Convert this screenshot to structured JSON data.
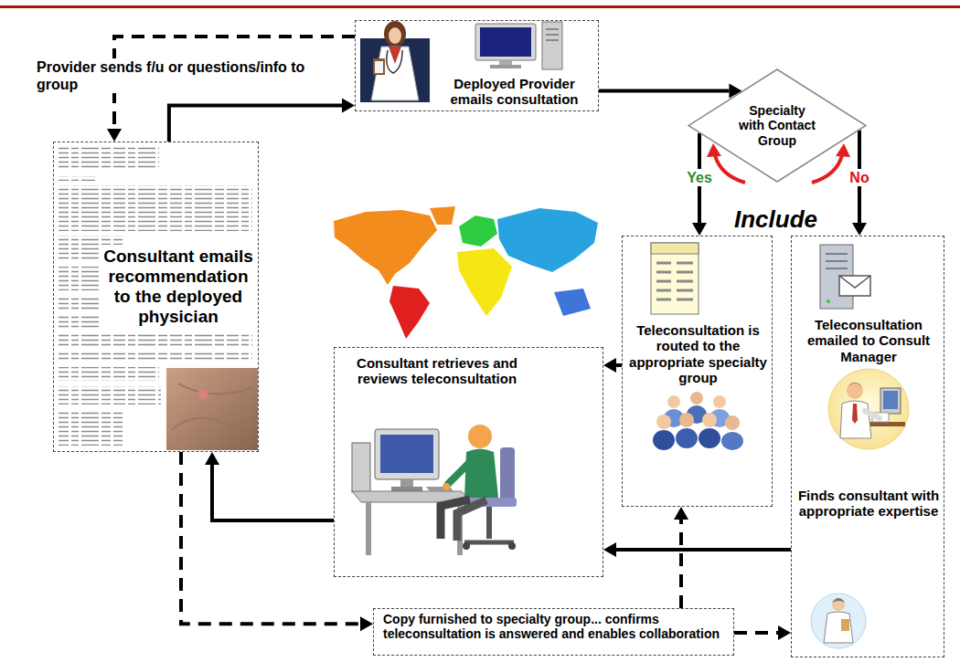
{
  "diagram": {
    "nodes": [
      {
        "text": [
          "Deployed Provider emails consultation"
        ]
      },
      {
        "text": [
          "Specialty with Contact Group"
        ]
      },
      {
        "text": [
          "Consultant emails recommendation to the deployed physician"
        ]
      },
      {
        "text": [
          "Teleconsultation is routed to the appropriate specialty group"
        ]
      },
      {
        "text": [
          "Teleconsultation emailed to Consult Manager",
          "Finds consultant with appropriate expertise"
        ]
      },
      {
        "text": [
          "Consultant retrieves and reviews teleconsultation"
        ]
      },
      {
        "text": [
          "Copy furnished to specialty group... confirms teleconsultation is answered and enables collaboration"
        ]
      }
    ],
    "edges": [
      {
        "from": 2,
        "to": 0,
        "arrow": "to"
      },
      {
        "from": 0,
        "to": 1,
        "arrow": "to"
      },
      {
        "from": 1,
        "to": 3,
        "label": "Yes",
        "arrow": "to"
      },
      {
        "from": 1,
        "to": 4,
        "label": "No",
        "arrow": "to"
      },
      {
        "from": 3,
        "to": 5,
        "arrow": "to"
      },
      {
        "from": 4,
        "to": 5,
        "arrow": "to"
      },
      {
        "from": 5,
        "to": 2,
        "arrow": "to"
      },
      {
        "from": 2,
        "to": 6,
        "arrow": "to"
      },
      {
        "from": 6,
        "to": 3,
        "arrow": "to"
      },
      {
        "from": 6,
        "to": 4,
        "arrow": "to"
      },
      {
        "from": 0,
        "to": 2,
        "label": "Provider sends f/u or questions/info to group",
        "arrow": "to"
      }
    ],
    "labels": [
      "Include"
    ]
  }
}
